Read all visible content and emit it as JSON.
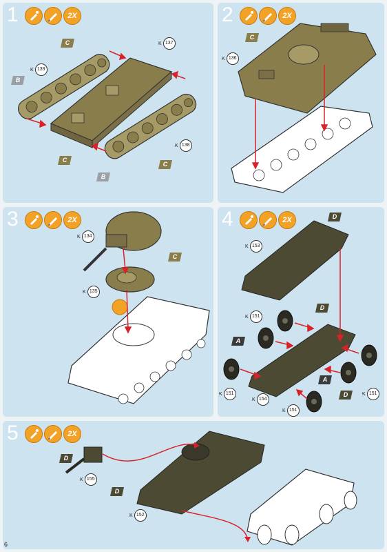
{
  "page_number": "6",
  "multiplier": "2X",
  "k": "K",
  "colors": {
    "panel": "#cde3ef",
    "olive": "#8a7d4c",
    "dark_olive": "#4d4a34",
    "accent": "#f2a327",
    "arrow": "#d8232a"
  },
  "steps": [
    {
      "number": "1",
      "parts": [
        {
          "id": "137"
        },
        {
          "id": "139"
        },
        {
          "id": "138"
        }
      ],
      "tags": [
        "C",
        "B",
        "C",
        "C",
        "B"
      ]
    },
    {
      "number": "2",
      "parts": [
        {
          "id": "136"
        }
      ],
      "tags": [
        "C"
      ]
    },
    {
      "number": "3",
      "parts": [
        {
          "id": "134"
        },
        {
          "id": "135"
        }
      ],
      "tags": [
        "C"
      ]
    },
    {
      "number": "4",
      "parts": [
        {
          "id": "153"
        },
        {
          "id": "151"
        },
        {
          "id": "151"
        },
        {
          "id": "154"
        },
        {
          "id": "151"
        },
        {
          "id": "151"
        }
      ],
      "tags": [
        "D",
        "D",
        "A",
        "A",
        "D"
      ]
    },
    {
      "number": "5",
      "parts": [
        {
          "id": "155"
        },
        {
          "id": "152"
        }
      ],
      "tags": [
        "D",
        "D"
      ]
    }
  ]
}
